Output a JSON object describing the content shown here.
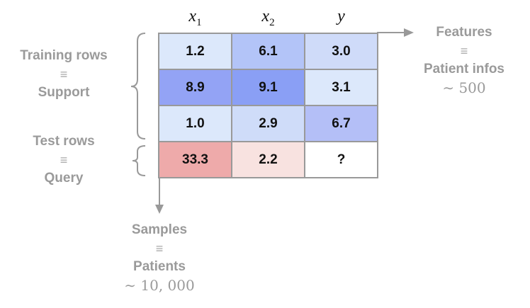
{
  "columns": [
    {
      "var": "x",
      "sub": "1"
    },
    {
      "var": "x",
      "sub": "2"
    },
    {
      "var": "y",
      "sub": ""
    }
  ],
  "rows": [
    [
      {
        "v": "1.2",
        "c": "#dce8fb"
      },
      {
        "v": "6.1",
        "c": "#b3c4f8"
      },
      {
        "v": "3.0",
        "c": "#cfdbf9"
      }
    ],
    [
      {
        "v": "8.9",
        "c": "#93a3f5"
      },
      {
        "v": "9.1",
        "c": "#8a9ff5"
      },
      {
        "v": "3.1",
        "c": "#dce8fb"
      }
    ],
    [
      {
        "v": "1.0",
        "c": "#dce8fb"
      },
      {
        "v": "2.9",
        "c": "#cfdcf9"
      },
      {
        "v": "6.7",
        "c": "#b4bff7"
      }
    ],
    [
      {
        "v": "33.3",
        "c": "#eeaaaa"
      },
      {
        "v": "2.2",
        "c": "#f8e2e0"
      },
      {
        "v": "?",
        "c": "#ffffff"
      }
    ]
  ],
  "labels": {
    "training": "Training rows",
    "support": "Support",
    "test": "Test rows",
    "query": "Query",
    "features": "Features",
    "patient_infos": "Patient infos",
    "features_count": "∼ 500",
    "samples": "Samples",
    "patients": "Patients",
    "samples_count": "∼ 10, 000",
    "equiv": "≡"
  }
}
